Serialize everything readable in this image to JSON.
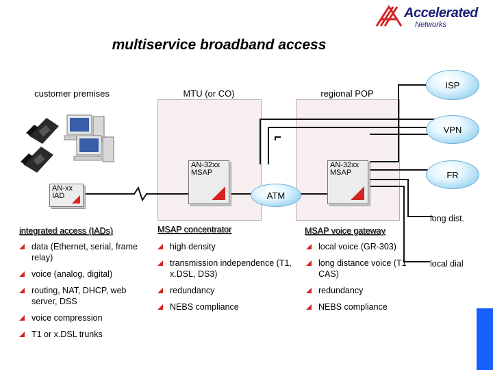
{
  "logo": {
    "word": "Accelerated",
    "sub": "Networks"
  },
  "title": "multiservice broadband access",
  "zones": {
    "customer": "customer premises",
    "mtu": "MTU (or CO)",
    "pop": "regional POP"
  },
  "clouds": {
    "isp": "ISP",
    "vpn": "VPN",
    "fr": "FR",
    "atm": "ATM"
  },
  "devices": {
    "iad": "AN-xx\nIAD",
    "msap1": "AN-32xx\nMSAP",
    "msap2": "AN-32xx\nMSAP"
  },
  "side": {
    "long_dist": "long dist.",
    "local_dial": "local dial"
  },
  "columns": [
    {
      "heading": "integrated access (IADs)",
      "items": [
        "data (Ethernet, serial, frame relay)",
        "voice (analog, digital)",
        "routing, NAT, DHCP, web server, DSS",
        "voice compression",
        "T1 or x.DSL trunks"
      ]
    },
    {
      "heading": "MSAP concentrator",
      "items": [
        "high density",
        "transmission independence (T1, x.DSL, DS3)",
        "redundancy",
        "NEBS compliance"
      ]
    },
    {
      "heading": "MSAP voice gateway",
      "items": [
        "local voice (GR-303)",
        "long distance voice (T1 CAS)",
        "redundancy",
        "NEBS compliance"
      ]
    }
  ]
}
